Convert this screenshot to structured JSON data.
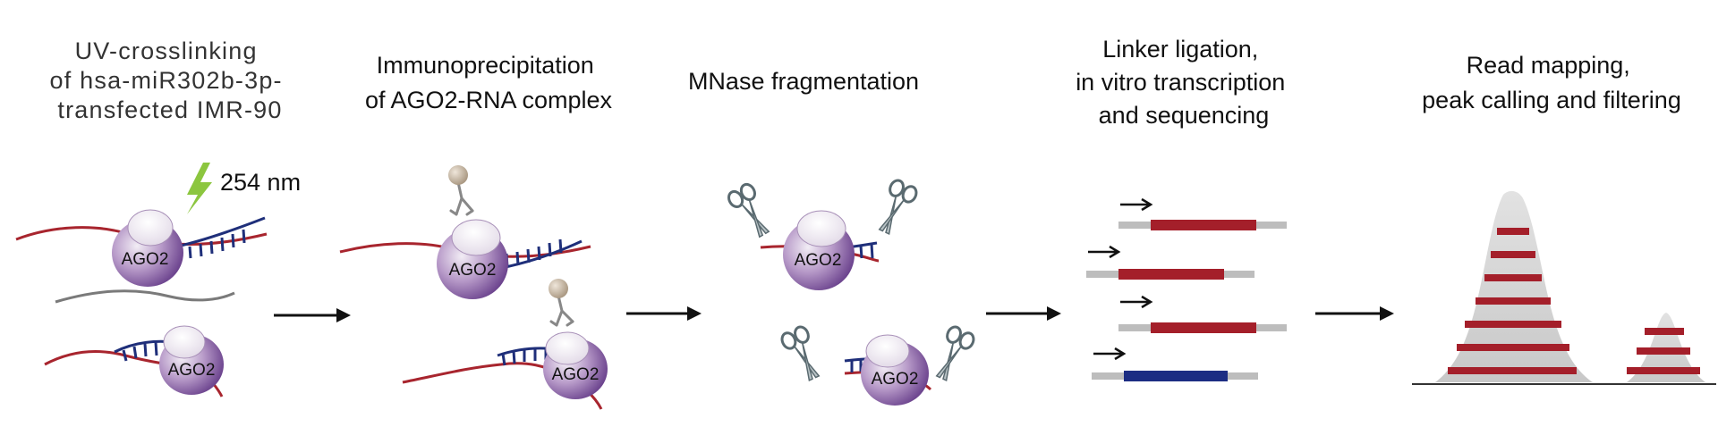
{
  "steps": [
    {
      "title_lines": [
        "UV-crosslinking",
        "of hsa-miR302b-3p-",
        "transfected IMR-90"
      ]
    },
    {
      "title_lines": [
        "Immunoprecipitation",
        "of AGO2-RNA complex"
      ]
    },
    {
      "title_lines": [
        "MNase fragmentation"
      ]
    },
    {
      "title_lines": [
        "Linker ligation,",
        "in vitro transcription",
        "and sequencing"
      ]
    },
    {
      "title_lines": [
        "Read mapping,",
        "peak calling and filtering"
      ]
    }
  ],
  "uv_label": "254 nm",
  "protein_label": "AGO2",
  "colors": {
    "rna": "#a8252e",
    "mirna": "#1f2f7a",
    "grey_rna": "#7a7a7a",
    "ago2_dark": "#5a2f80",
    "ago2_light": "#ece6f0",
    "lightning": "#8cc63f",
    "antibody_bead": "#b5a58f",
    "read_red": "#a41f2a",
    "read_blue": "#1c2d83",
    "linker": "#bdbdbd",
    "peak_fill": "#d3d3d3",
    "arrow": "#111111"
  },
  "icons": [
    "lightning-icon",
    "antibody-icon",
    "scissors-icon",
    "arrow-icon"
  ]
}
